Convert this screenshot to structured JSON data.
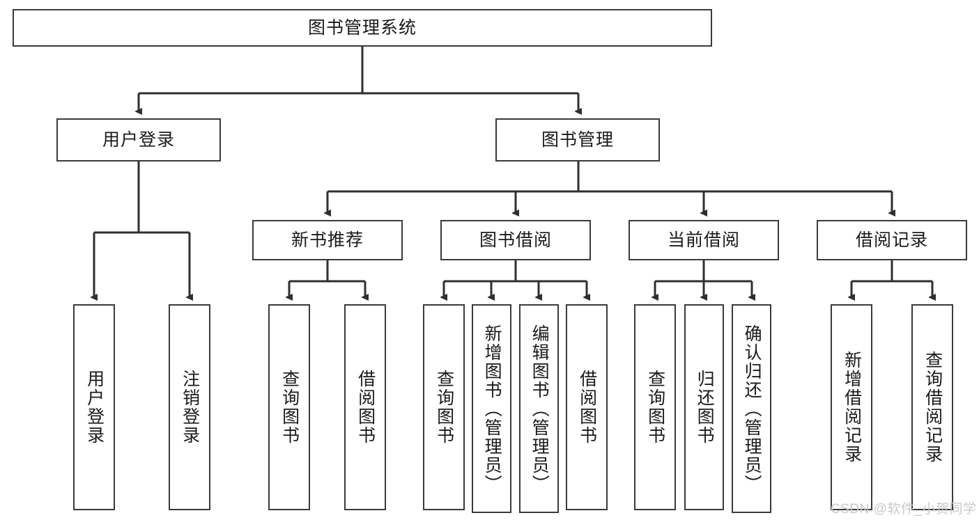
{
  "diagram": {
    "title": "图书管理系统",
    "type": "tree-hierarchy-diagram",
    "colors": {
      "box_border": "#3a3a3a",
      "box_fill": "#ffffff",
      "edge": "#2f2f2f",
      "text": "#1a1a1a",
      "watermark": "#c9c9c9",
      "background": "#ffffff"
    },
    "root": {
      "label": "图书管理系统"
    },
    "level2": [
      {
        "label": "用户登录"
      },
      {
        "label": "图书管理"
      }
    ],
    "level3": [
      {
        "label": "新书推荐"
      },
      {
        "label": "图书借阅"
      },
      {
        "label": "当前借阅"
      },
      {
        "label": "借阅记录"
      }
    ],
    "leaves": {
      "user_login": [
        {
          "label": "用户登录"
        },
        {
          "label": "注销登录"
        }
      ],
      "new_book_recommend": [
        {
          "label": "查询图书"
        },
        {
          "label": "借阅图书"
        }
      ],
      "book_borrow": [
        {
          "label": "查询图书"
        },
        {
          "label": "新增图书（管理员）"
        },
        {
          "label": "编辑图书（管理员）"
        },
        {
          "label": "借阅图书"
        }
      ],
      "current_borrow": [
        {
          "label": "查询图书"
        },
        {
          "label": "归还图书"
        },
        {
          "label": "确认归还（管理员）"
        }
      ],
      "borrow_record": [
        {
          "label": "新增借阅记录"
        },
        {
          "label": "查询借阅记录"
        }
      ]
    },
    "watermark": "CSDN @软件_小贺同学"
  }
}
